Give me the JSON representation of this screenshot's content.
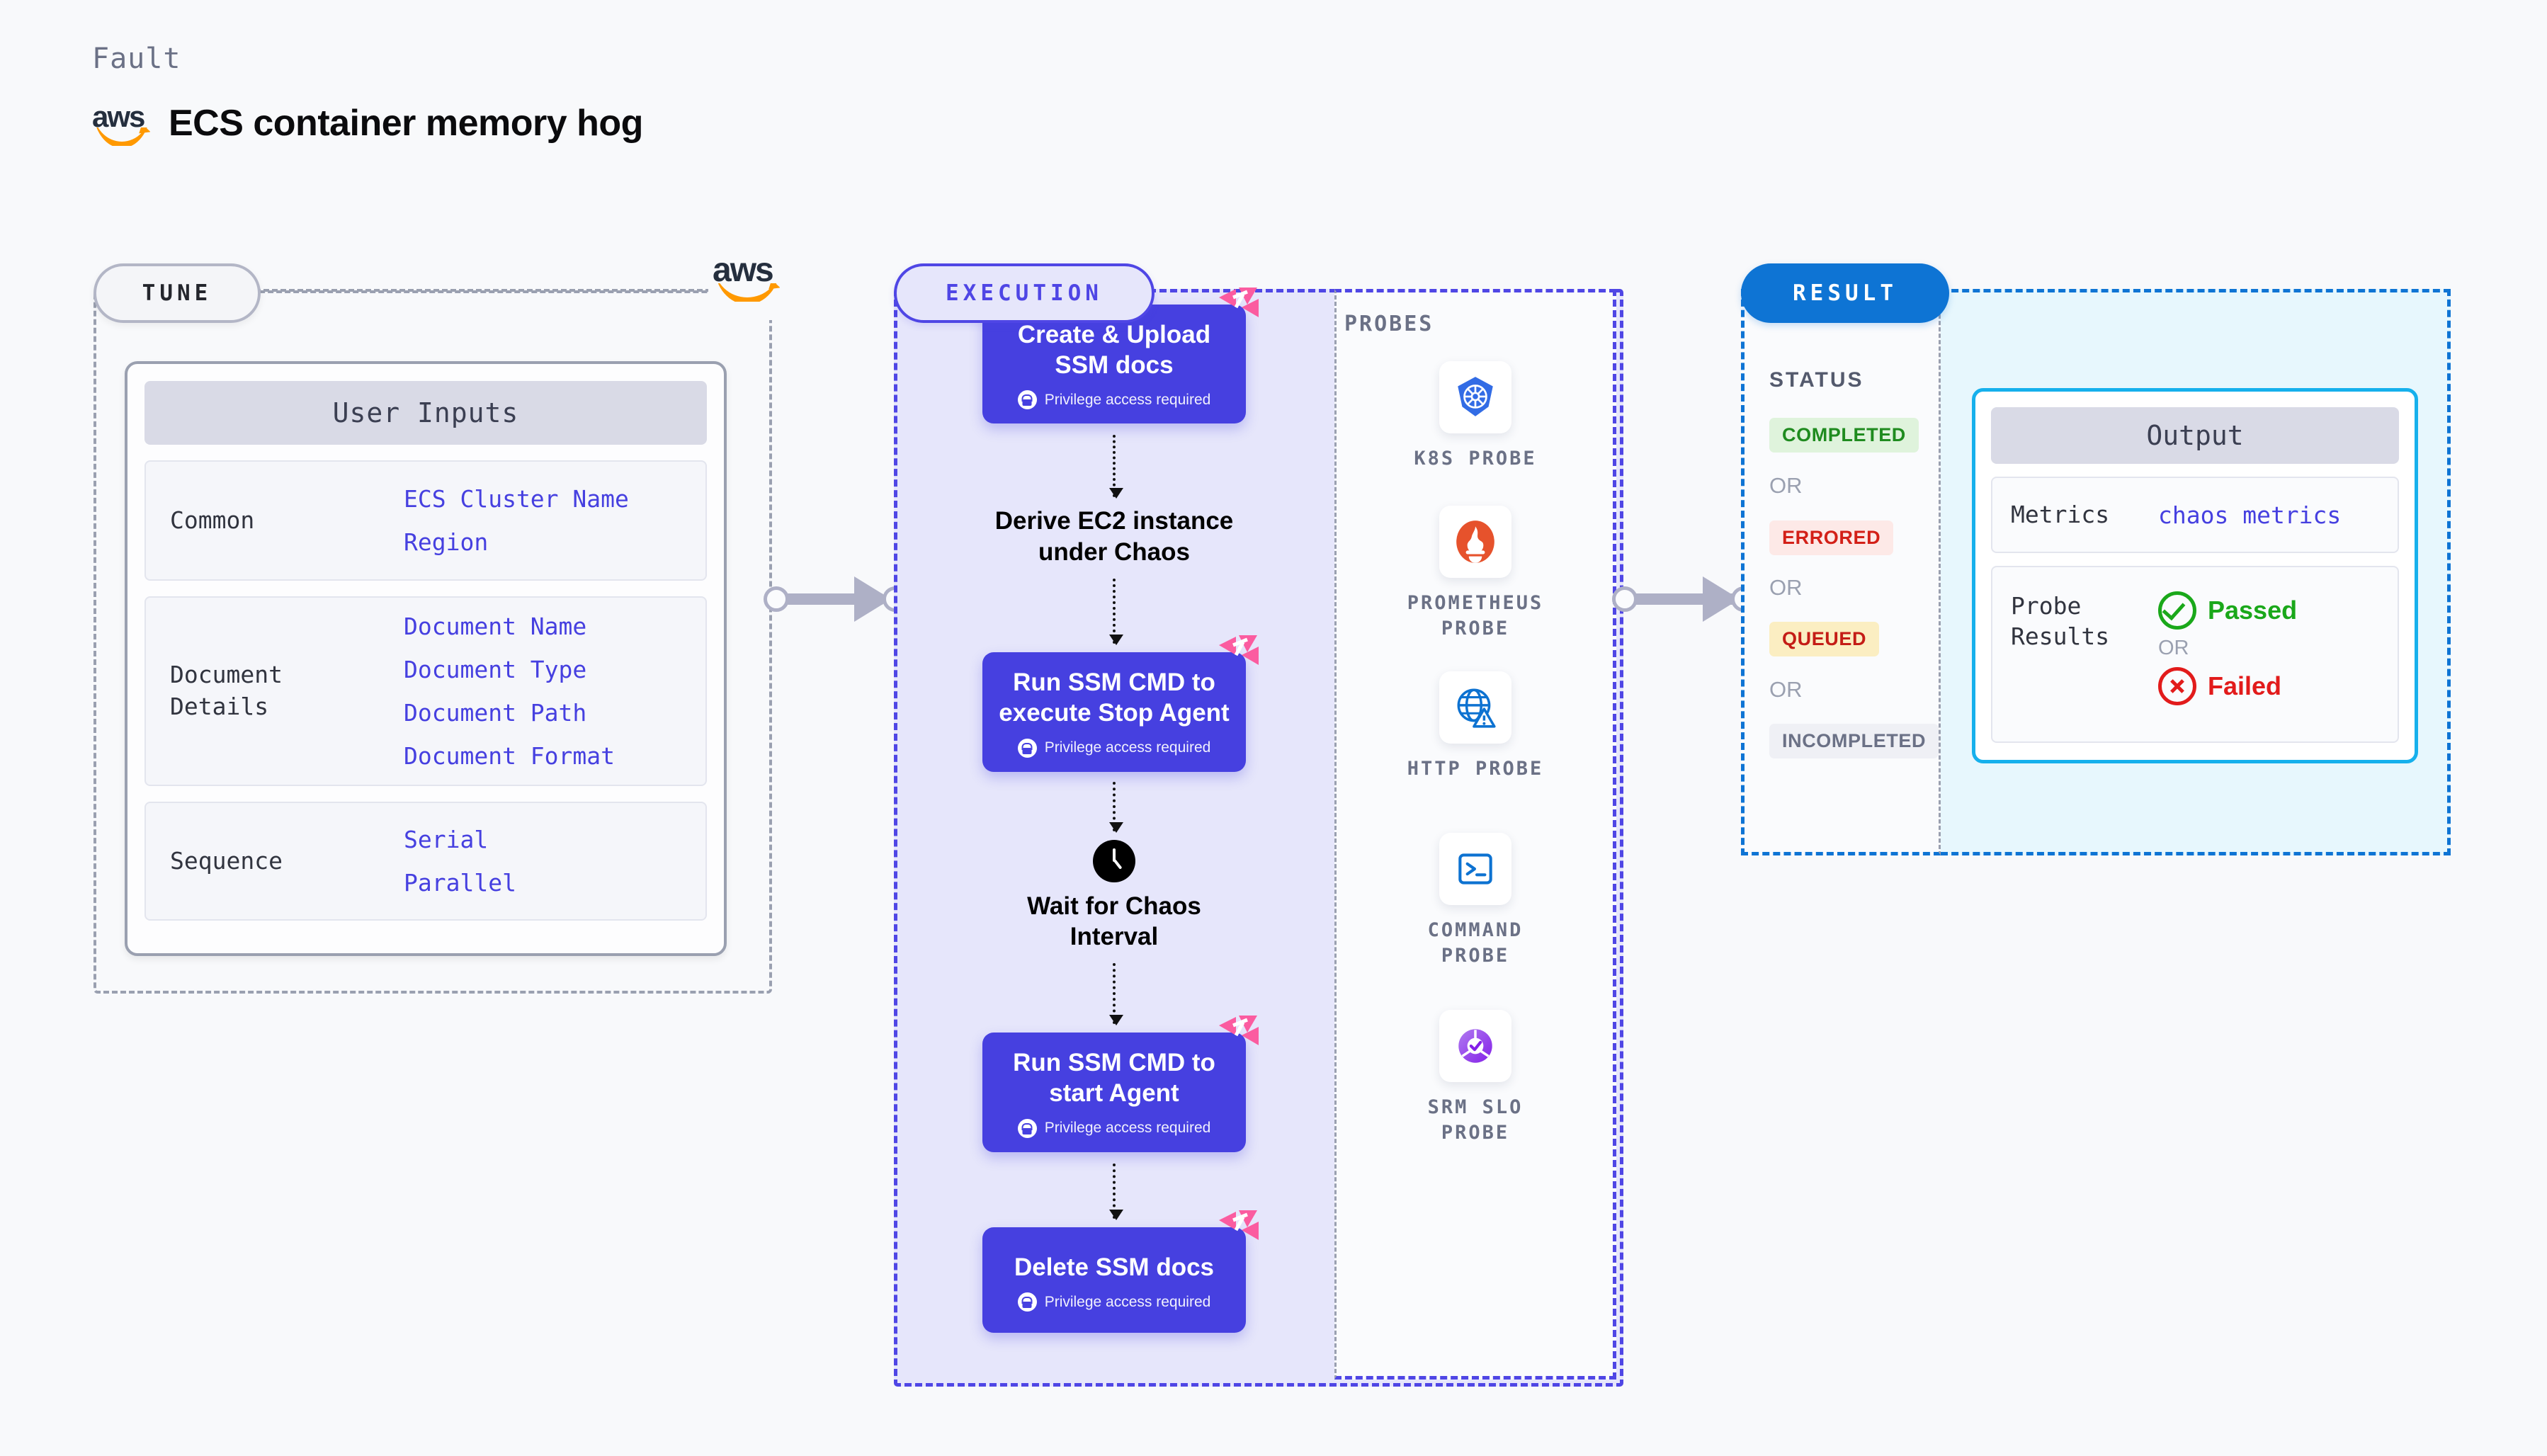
{
  "header": {
    "kicker": "Fault",
    "title": "ECS container memory hog",
    "logo": "aws-logo"
  },
  "tune": {
    "pill_label": "TUNE",
    "provider_logo": "aws-logo",
    "card_title": "User Inputs",
    "groups": [
      {
        "label": "Common",
        "values": [
          "ECS Cluster Name",
          "Region"
        ]
      },
      {
        "label": "Document\nDetails",
        "values": [
          "Document Name",
          "Document Type",
          "Document Path",
          "Document Format"
        ]
      },
      {
        "label": "Sequence",
        "values": [
          "Serial",
          "Parallel"
        ]
      }
    ]
  },
  "execution": {
    "pill_label": "EXECUTION",
    "privilege_note": "Privilege access required",
    "steps": [
      {
        "type": "box",
        "title": "Create & Upload\nSSM docs",
        "note": true,
        "badge": "chaos-fault-badge"
      },
      {
        "type": "plain",
        "title": "Derive EC2 instance\nunder Chaos",
        "note": false,
        "icon": null
      },
      {
        "type": "box",
        "title": "Run SSM CMD to\nexecute Stop Agent",
        "note": true,
        "badge": "chaos-fault-badge"
      },
      {
        "type": "plain",
        "title": "Wait for Chaos\nInterval",
        "note": false,
        "icon": "clock-icon"
      },
      {
        "type": "box",
        "title": "Run SSM CMD to\nstart Agent",
        "note": true,
        "badge": "chaos-fault-badge"
      },
      {
        "type": "box",
        "title": "Delete SSM docs",
        "note": true,
        "badge": "chaos-fault-badge"
      }
    ]
  },
  "probes": {
    "title": "PROBES",
    "items": [
      {
        "label": "K8S PROBE",
        "icon": "kubernetes-icon"
      },
      {
        "label": "PROMETHEUS\nPROBE",
        "icon": "prometheus-icon"
      },
      {
        "label": "HTTP PROBE",
        "icon": "http-globe-icon"
      },
      {
        "label": "COMMAND\nPROBE",
        "icon": "terminal-icon"
      },
      {
        "label": "SRM SLO\nPROBE",
        "icon": "srm-slo-icon"
      }
    ]
  },
  "result": {
    "pill_label": "RESULT",
    "status_title": "STATUS",
    "or_label": "OR",
    "statuses": [
      {
        "label": "COMPLETED",
        "bg": "#dff3dc",
        "fg": "#1f8b1f"
      },
      {
        "label": "ERRORED",
        "bg": "#fde9e7",
        "fg": "#d32018"
      },
      {
        "label": "QUEUED",
        "bg": "#fbeec2",
        "fg": "#c41c16"
      },
      {
        "label": "INCOMPLETED",
        "bg": "#eff0f5",
        "fg": "#6b7186"
      }
    ],
    "output": {
      "title": "Output",
      "metrics_label": "Metrics",
      "metrics_value": "chaos metrics",
      "probe_results_label": "Probe\nResults",
      "passed_label": "Passed",
      "failed_label": "Failed",
      "or_label": "OR"
    }
  },
  "colors": {
    "accent_indigo": "#4640e0",
    "accent_blue": "#0e74d4",
    "accent_cyan": "#16b0ec",
    "badge_pink": "#fb5ca0",
    "aws_orange": "#ff9900",
    "page_bg": "#f8f9fb"
  }
}
